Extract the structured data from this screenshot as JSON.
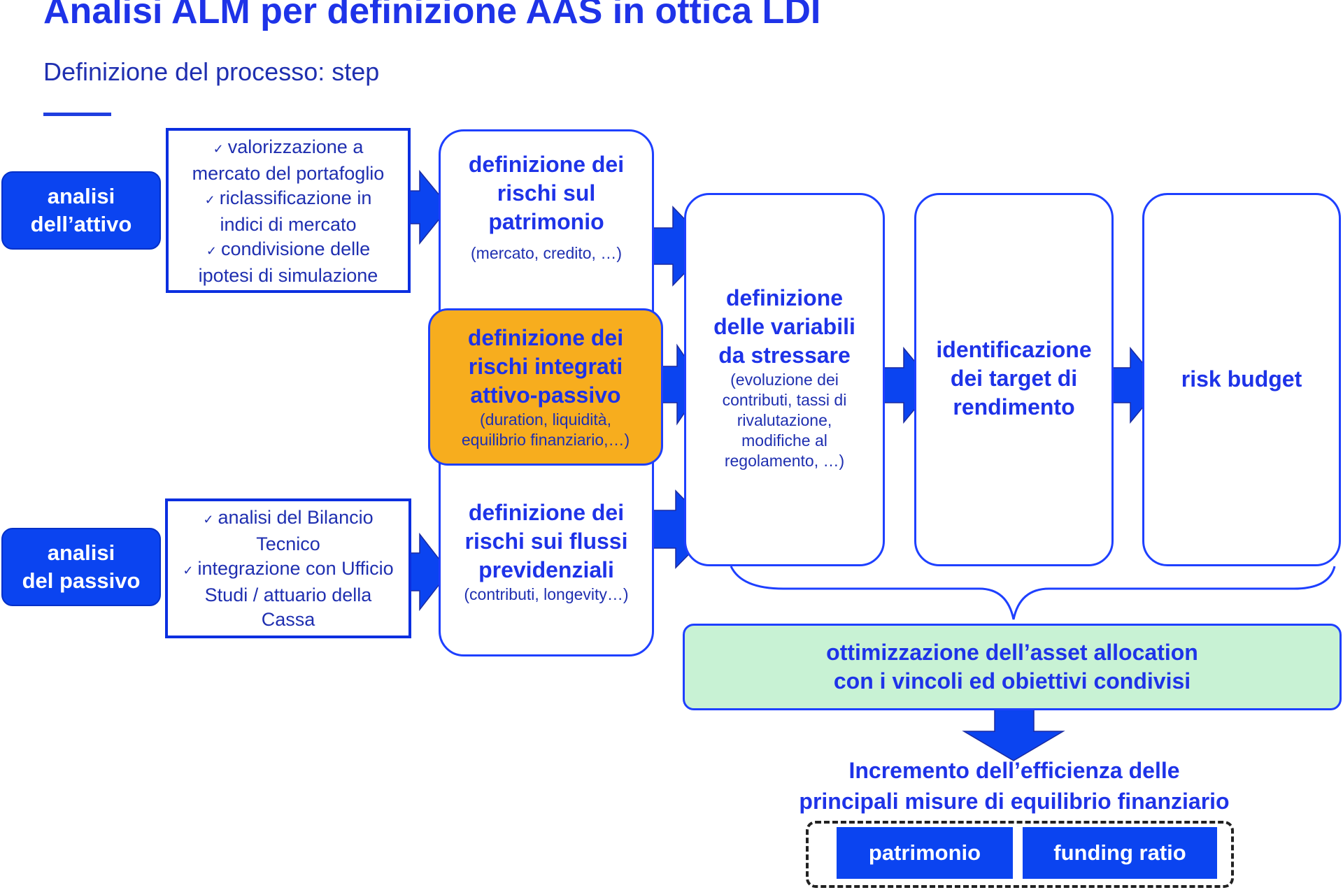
{
  "header": {
    "title": "Analisi ALM per definizione AAS in ottica LDI",
    "subtitle": "Definizione del processo: step"
  },
  "left": {
    "attivo_label": [
      "analisi",
      "dell’attivo"
    ],
    "passivo_label": [
      "analisi",
      "del passivo"
    ],
    "attivo_items": [
      "valorizzazione a",
      "mercato del portafoglio",
      "riclassificazione in",
      "indici di mercato",
      "condivisione delle",
      "ipotesi di simulazione"
    ],
    "passivo_items": [
      "analisi del Bilancio",
      "Tecnico",
      "integrazione con Ufficio",
      "Studi / attuario della",
      "Cassa"
    ]
  },
  "risks": {
    "patrimonio": {
      "title": [
        "definizione dei",
        "rischi sul",
        "patrimonio"
      ],
      "detail": "(mercato, credito, …)"
    },
    "integrati": {
      "title": [
        "definizione dei",
        "rischi integrati",
        "attivo-passivo"
      ],
      "detail": [
        "(duration, liquidità,",
        "equilibrio finanziario,…)"
      ]
    },
    "flussi": {
      "title": [
        "definizione dei",
        "rischi sui flussi",
        "previdenziali"
      ],
      "detail": "(contributi, longevity…)"
    }
  },
  "steps": {
    "variabili": {
      "title": [
        "definizione",
        "delle variabili",
        "da stressare"
      ],
      "detail": [
        "(evoluzione dei",
        "contributi, tassi di",
        "rivalutazione,",
        "modifiche al",
        "regolamento, …)"
      ]
    },
    "target": {
      "title": [
        "identificazione",
        "dei target di",
        "rendimento"
      ]
    },
    "budget": {
      "title": "risk budget"
    }
  },
  "optimization": [
    "ottimizzazione dell’asset allocation",
    "con i vincoli ed obiettivi condivisi"
  ],
  "outcome": [
    "Incremento dell’efficienza delle",
    "principali misure di equilibrio finanziario"
  ],
  "results": [
    "patrimonio",
    "funding ratio"
  ],
  "colors": {
    "primary_blue": "#0b44f0",
    "highlight_orange": "#f7ad1e",
    "optimization_green": "#c8f2d4"
  }
}
